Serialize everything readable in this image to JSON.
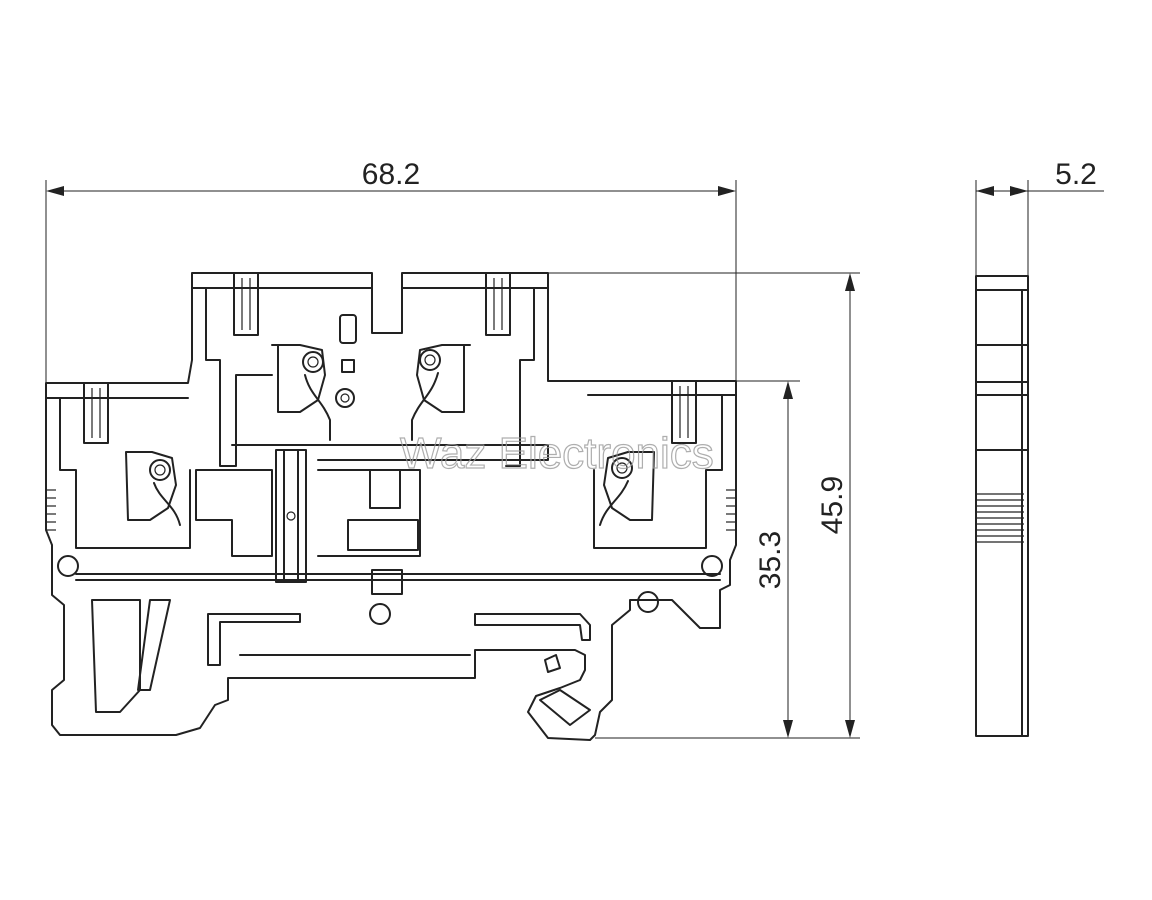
{
  "dimensions": {
    "width_total": "68.2",
    "thickness": "5.2",
    "height_total": "45.9",
    "height_rail": "35.3"
  },
  "watermark": "Waz Electronics"
}
